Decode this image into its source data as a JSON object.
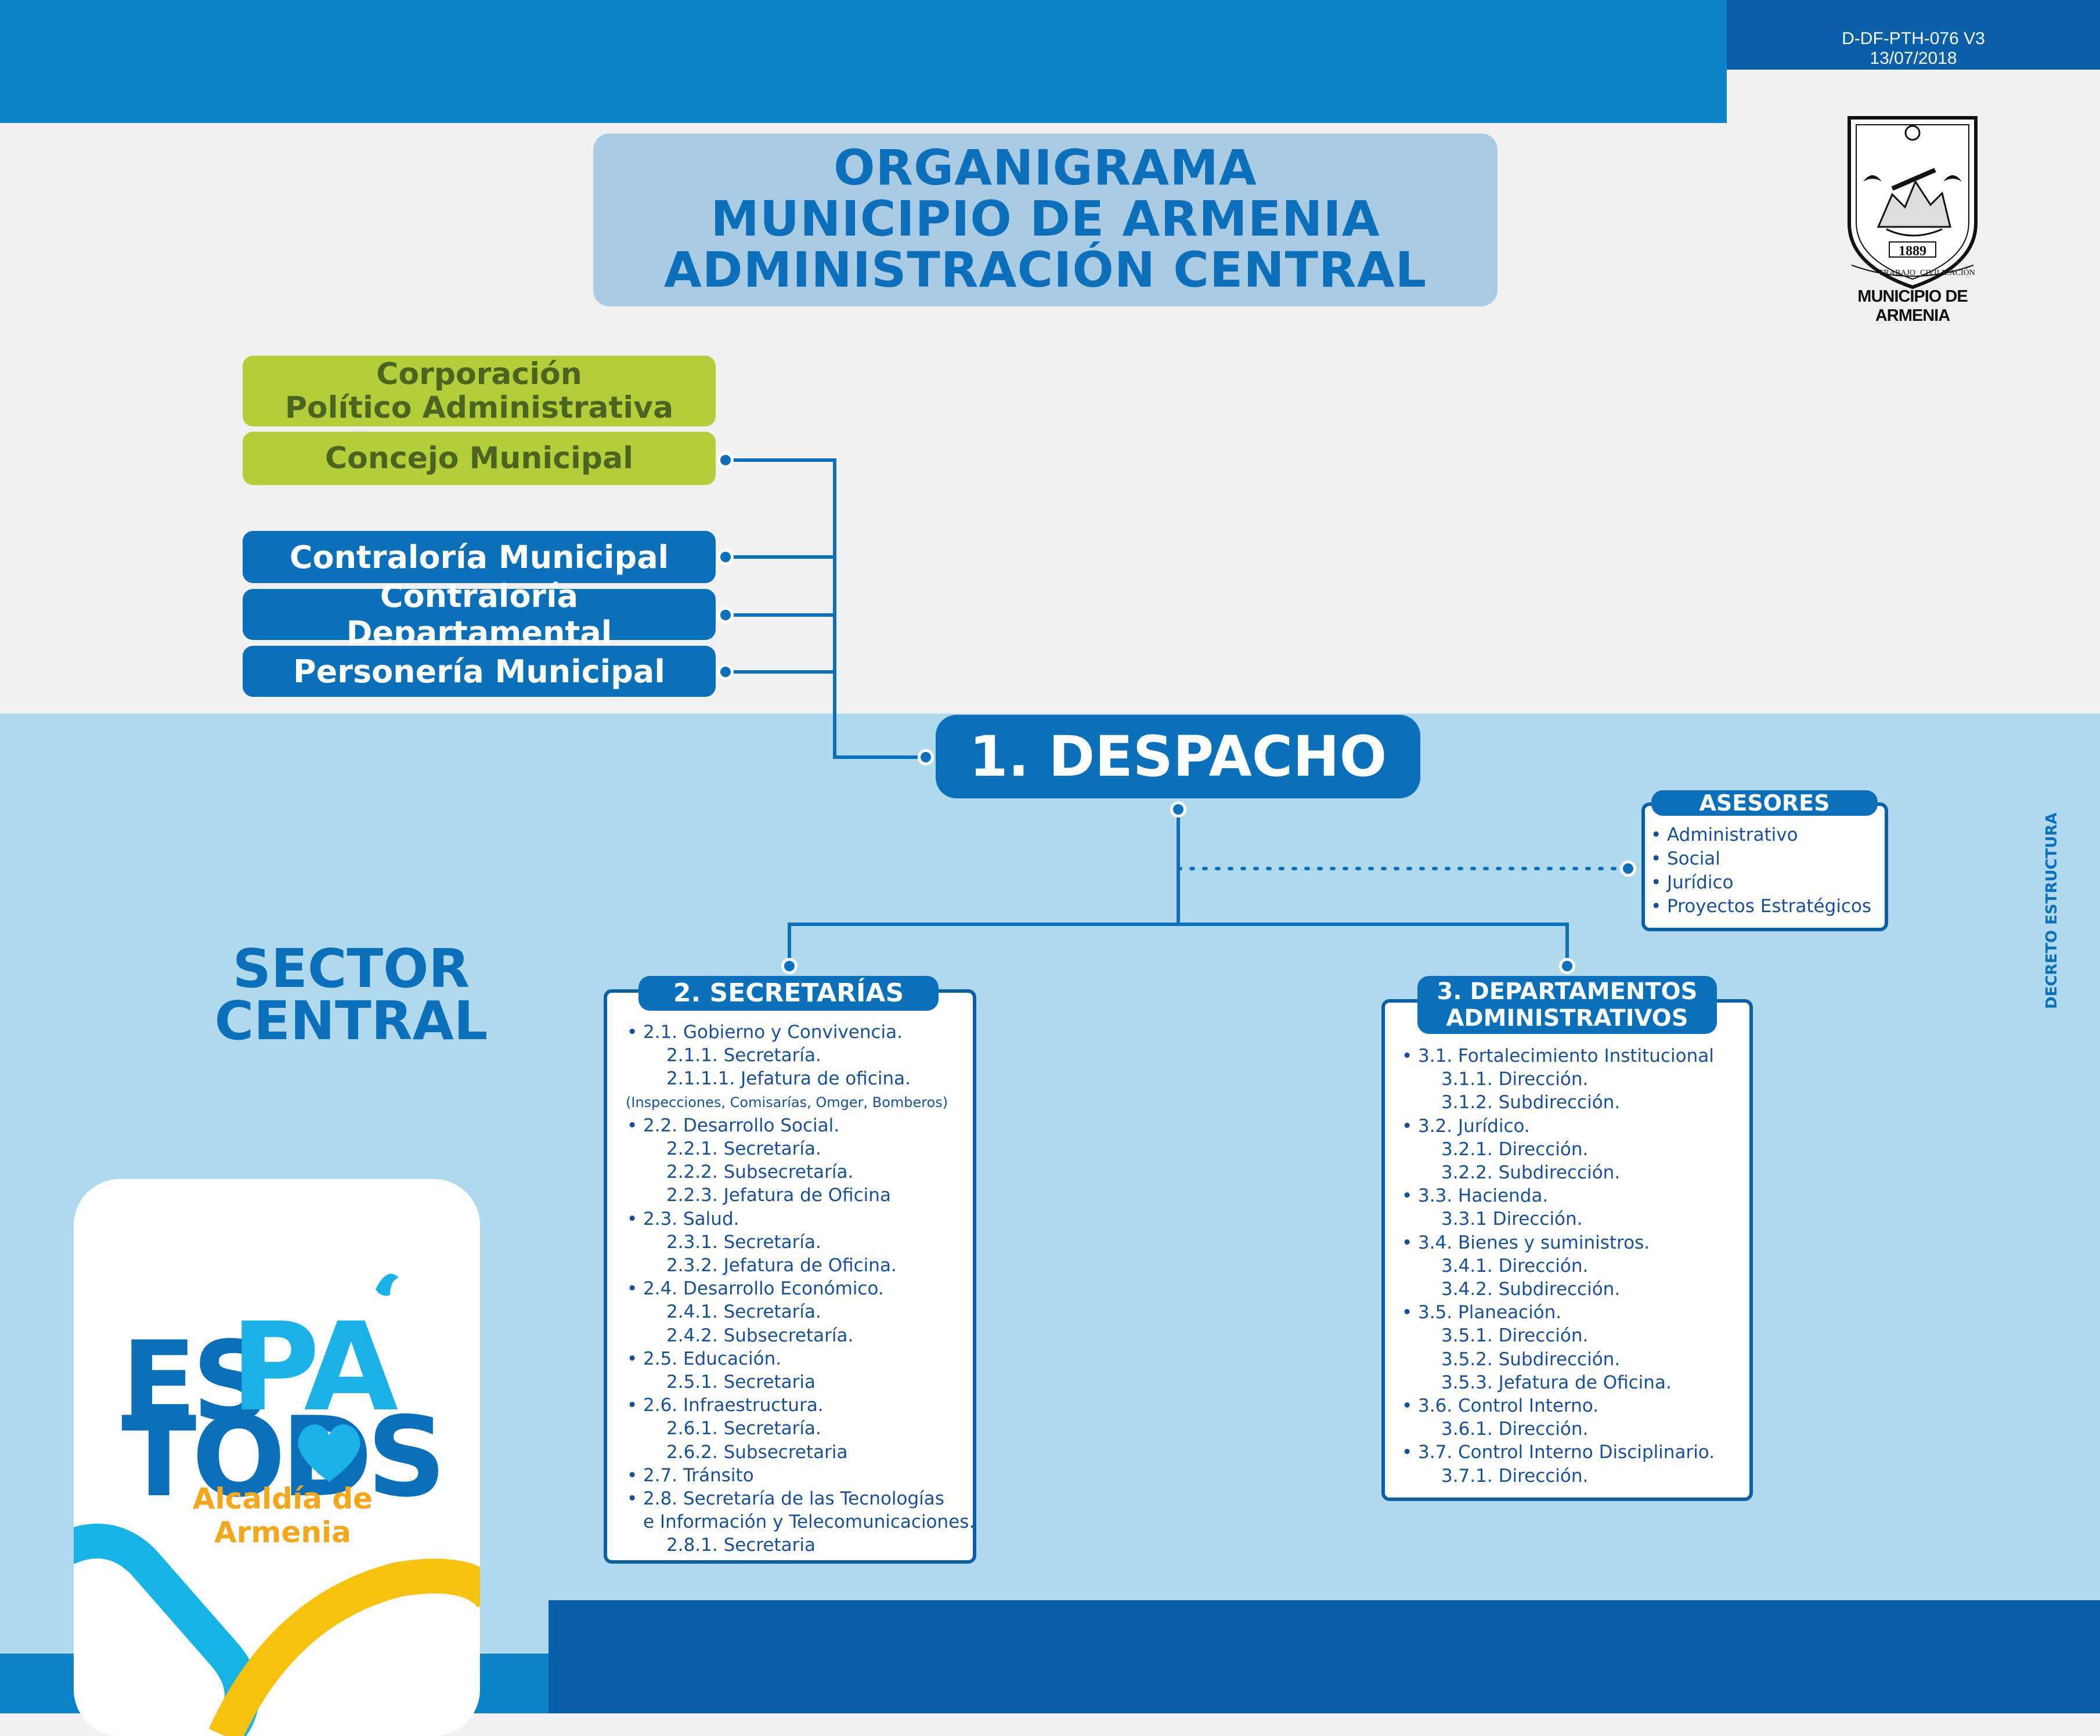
{
  "header": {
    "doc_code": "D-DF-PTH-076 V3",
    "doc_date": "13/07/2018"
  },
  "title": {
    "line1": "ORGANIGRAMA",
    "line2": "MUNICIPIO DE ARMENIA",
    "line3": "ADMINISTRACIÓN CENTRAL"
  },
  "coat_of_arms": {
    "year": "1889",
    "motto_left": "TRABAJO",
    "motto_right": "CIVILIZACIÓN",
    "name": "MUNICIPIO DE ARMENIA"
  },
  "control_bodies": {
    "corporacion": "Corporación\nPolítico Administrativa",
    "concejo": "Concejo Municipal",
    "contraloria_municipal": "Contraloría Municipal",
    "contraloria_departamental": "Contraloría Departamental",
    "personeria": "Personería Municipal"
  },
  "despacho": "1. DESPACHO",
  "sector": {
    "line1": "SECTOR",
    "line2": "CENTRAL"
  },
  "side_label": "DECRETO ESTRUCTURA",
  "asesores": {
    "title": "ASESORES",
    "items": [
      "Administrativo",
      "Social",
      "Jurídico",
      "Proyectos Estratégicos"
    ]
  },
  "secretarias": {
    "title": "2. SECRETARÍAS",
    "items": [
      {
        "t": "2.1. Gobierno y Convivencia.",
        "l": 1
      },
      {
        "t": "2.1.1. Secretaría.",
        "l": 2
      },
      {
        "t": "2.1.1.1. Jefatura de oficina.",
        "l": 2
      },
      {
        "t": "(Inspecciones, Comisarías, Omger, Bomberos)",
        "l": 3
      },
      {
        "t": "2.2. Desarrollo Social.",
        "l": 1
      },
      {
        "t": "2.2.1. Secretaría.",
        "l": 2
      },
      {
        "t": "2.2.2. Subsecretaría.",
        "l": 2
      },
      {
        "t": "2.2.3. Jefatura de Oficina",
        "l": 2
      },
      {
        "t": "2.3. Salud.",
        "l": 1
      },
      {
        "t": "2.3.1. Secretaría.",
        "l": 2
      },
      {
        "t": "2.3.2. Jefatura de Oficina.",
        "l": 2
      },
      {
        "t": "2.4. Desarrollo Económico.",
        "l": 1
      },
      {
        "t": "2.4.1. Secretaría.",
        "l": 2
      },
      {
        "t": "2.4.2. Subsecretaría.",
        "l": 2
      },
      {
        "t": "2.5. Educación.",
        "l": 1
      },
      {
        "t": "2.5.1. Secretaria",
        "l": 2
      },
      {
        "t": "2.6. Infraestructura.",
        "l": 1
      },
      {
        "t": "2.6.1. Secretaría.",
        "l": 2
      },
      {
        "t": "2.6.2. Subsecretaria",
        "l": 2
      },
      {
        "t": "2.7. Tránsito",
        "l": 1
      },
      {
        "t": "2.8. Secretaría de las Tecnologías",
        "l": 1
      },
      {
        "t": "e Información y Telecomunicaciones.",
        "l": 4
      },
      {
        "t": "2.8.1. Secretaria",
        "l": 2
      }
    ]
  },
  "departamentos": {
    "title_line1": "3. DEPARTAMENTOS",
    "title_line2": "ADMINISTRATIVOS",
    "items": [
      {
        "t": "3.1. Fortalecimiento Institucional",
        "l": 1
      },
      {
        "t": "3.1.1. Dirección.",
        "l": 2
      },
      {
        "t": "3.1.2. Subdirección.",
        "l": 2
      },
      {
        "t": "3.2. Jurídico.",
        "l": 1
      },
      {
        "t": "3.2.1. Dirección.",
        "l": 2
      },
      {
        "t": "3.2.2. Subdirección.",
        "l": 2
      },
      {
        "t": "3.3. Hacienda.",
        "l": 1
      },
      {
        "t": "3.3.1 Dirección.",
        "l": 2
      },
      {
        "t": "3.4. Bienes y suministros.",
        "l": 1
      },
      {
        "t": "3.4.1. Dirección.",
        "l": 2
      },
      {
        "t": "3.4.2. Subdirección.",
        "l": 2
      },
      {
        "t": "3.5. Planeación.",
        "l": 1
      },
      {
        "t": "3.5.1. Dirección.",
        "l": 2
      },
      {
        "t": "3.5.2. Subdirección.",
        "l": 2
      },
      {
        "t": "3.5.3. Jefatura de Oficina.",
        "l": 2
      },
      {
        "t": "3.6. Control Interno.",
        "l": 1
      },
      {
        "t": "3.6.1. Dirección.",
        "l": 2
      },
      {
        "t": "3.7. Control Interno Disciplinario.",
        "l": 1
      },
      {
        "t": "3.7.1. Dirección.",
        "l": 2
      }
    ]
  },
  "logo": {
    "es": "ES",
    "pa": "PA",
    "tod": "TOD",
    "s": "S",
    "sub": "Alcaldía de Armenia"
  }
}
